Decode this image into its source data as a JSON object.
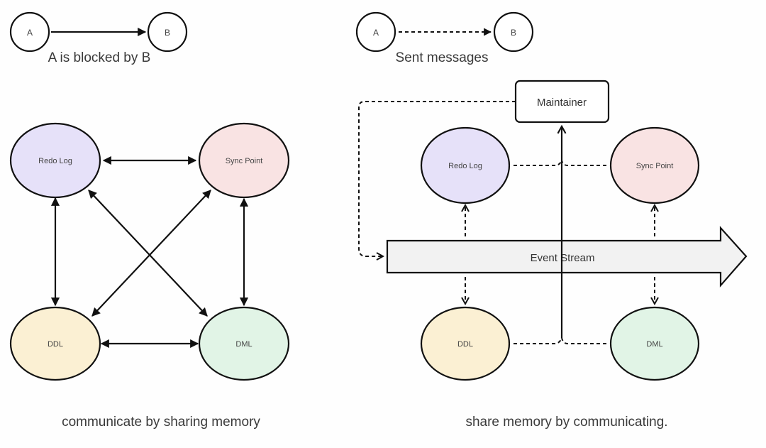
{
  "legend": {
    "blocked": {
      "from": "A",
      "to": "B",
      "caption": "A is blocked by B",
      "edge_style": "solid"
    },
    "messages": {
      "from": "A",
      "to": "B",
      "caption": "Sent messages",
      "edge_style": "dashed"
    }
  },
  "colors": {
    "redo_log": "#e6e1f9",
    "sync_point": "#f9e3e3",
    "ddl": "#fbf0d3",
    "dml": "#e1f4e6",
    "event_stream": "#f2f2f2",
    "stroke": "#111111",
    "text": "#3a3a3a"
  },
  "left_diagram": {
    "caption": "communicate by sharing memory",
    "nodes": [
      {
        "id": "redo_log",
        "label": "Redo Log"
      },
      {
        "id": "sync_point",
        "label": "Sync Point"
      },
      {
        "id": "ddl",
        "label": "DDL"
      },
      {
        "id": "dml",
        "label": "DML"
      }
    ],
    "edges": [
      {
        "from": "redo_log",
        "to": "sync_point",
        "style": "solid",
        "direction": "both"
      },
      {
        "from": "redo_log",
        "to": "ddl",
        "style": "solid",
        "direction": "both"
      },
      {
        "from": "redo_log",
        "to": "dml",
        "style": "solid",
        "direction": "both"
      },
      {
        "from": "sync_point",
        "to": "ddl",
        "style": "solid",
        "direction": "both"
      },
      {
        "from": "sync_point",
        "to": "dml",
        "style": "solid",
        "direction": "both"
      },
      {
        "from": "ddl",
        "to": "dml",
        "style": "solid",
        "direction": "both"
      }
    ]
  },
  "right_diagram": {
    "caption": "share memory by communicating.",
    "maintainer": {
      "label": "Maintainer"
    },
    "event_stream": {
      "label": "Event Stream"
    },
    "nodes": [
      {
        "id": "redo_log",
        "label": "Redo Log"
      },
      {
        "id": "sync_point",
        "label": "Sync Point"
      },
      {
        "id": "ddl",
        "label": "DDL"
      },
      {
        "id": "dml",
        "label": "DML"
      }
    ],
    "edges": [
      {
        "from": "event_stream",
        "to": "redo_log",
        "style": "dashed"
      },
      {
        "from": "event_stream",
        "to": "sync_point",
        "style": "dashed"
      },
      {
        "from": "event_stream",
        "to": "ddl",
        "style": "dashed"
      },
      {
        "from": "event_stream",
        "to": "dml",
        "style": "dashed"
      },
      {
        "from": "maintainer",
        "to": "event_stream",
        "style": "dashed"
      },
      {
        "from": "all_nodes",
        "to": "maintainer",
        "style": "solid"
      }
    ]
  }
}
